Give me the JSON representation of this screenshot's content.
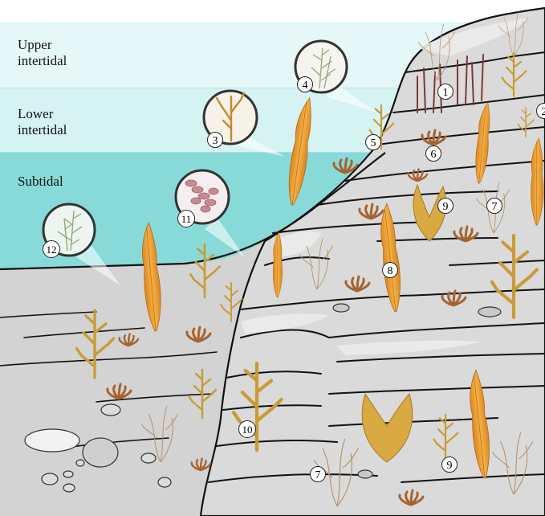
{
  "zones": {
    "upper": "Upper\nintertidal",
    "lower": "Lower\nintertidal",
    "subtidal": "Subtidal"
  },
  "colors": {
    "upper_band": "#e6f7f8",
    "lower_band": "#d4f3f4",
    "subtidal_water": "#86d9d8",
    "seabed": "#d4d4d4",
    "rock": "#d9d9d9",
    "kelp": "#f0a431",
    "kelp_dark": "#c8761c",
    "seaweed_gold": "#c99b36",
    "seaweed_red": "#a06a3c",
    "coralline": "#c98a93"
  },
  "markers": [
    {
      "n": "1"
    },
    {
      "n": "2"
    },
    {
      "n": "3"
    },
    {
      "n": "4"
    },
    {
      "n": "5"
    },
    {
      "n": "6"
    },
    {
      "n": "7"
    },
    {
      "n": "7"
    },
    {
      "n": "8"
    },
    {
      "n": "9"
    },
    {
      "n": "9"
    },
    {
      "n": "10"
    },
    {
      "n": "11"
    },
    {
      "n": "12"
    }
  ],
  "insets": [
    {
      "n": "12",
      "icon": "fern-like-alga-icon"
    },
    {
      "n": "11",
      "icon": "coralline-alga-icon"
    },
    {
      "n": "3",
      "icon": "branched-alga-icon"
    },
    {
      "n": "4",
      "icon": "feathery-alga-icon"
    }
  ]
}
